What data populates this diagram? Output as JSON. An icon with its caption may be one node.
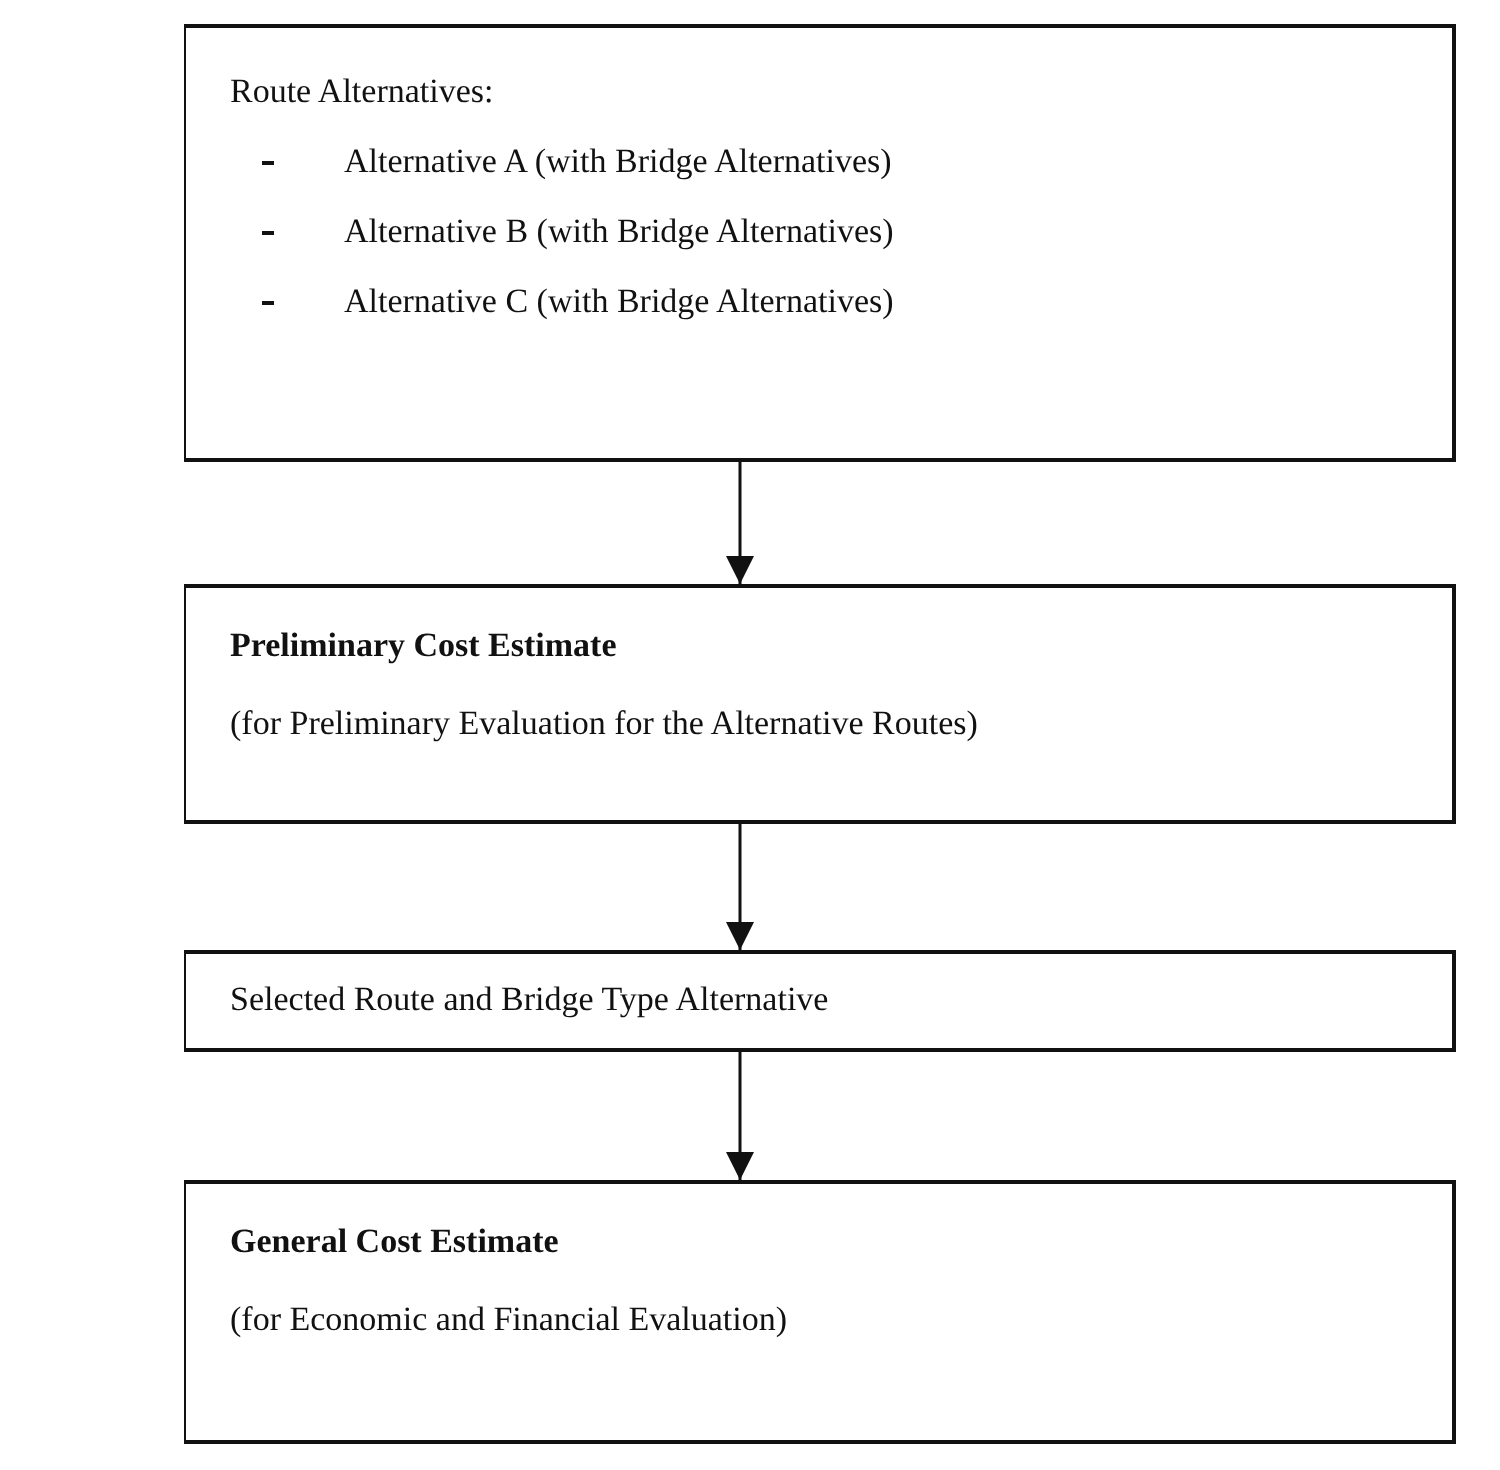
{
  "diagram": {
    "nodes": [
      {
        "text": [
          "Route Alternatives:",
          "Alternative A (with Bridge Alternatives)",
          "Alternative B (with Bridge Alternatives)",
          "Alternative C (with Bridge Alternatives)"
        ]
      },
      {
        "text": [
          "Preliminary Cost Estimate",
          "(for Preliminary Evaluation for the Alternative Routes)"
        ]
      },
      {
        "text": [
          "Selected Route and Bridge Type Alternative"
        ]
      },
      {
        "text": [
          "General Cost Estimate",
          "(for Economic and Financial Evaluation)"
        ]
      }
    ],
    "edges": [
      {
        "from": 0,
        "to": 1,
        "arrow": "to"
      },
      {
        "from": 1,
        "to": 2,
        "arrow": "to"
      },
      {
        "from": 2,
        "to": 3,
        "arrow": "to"
      }
    ]
  }
}
